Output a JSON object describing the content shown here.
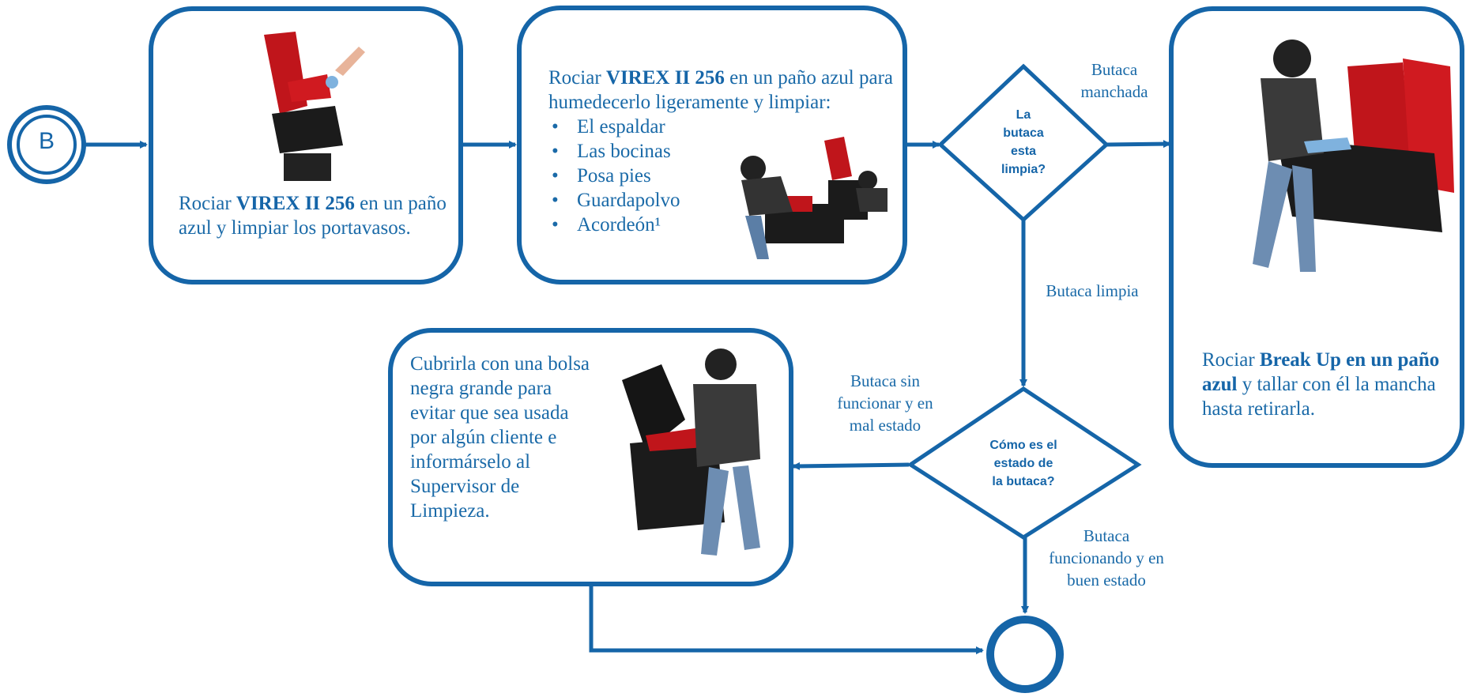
{
  "start_connector": {
    "label": "B"
  },
  "steps": {
    "step1": {
      "prefix": "Rociar ",
      "product": "VIREX II 256",
      "suffix": " en un paño azul  y limpiar los portavasos."
    },
    "step2": {
      "prefix": "Rociar ",
      "product": "VIREX II 256",
      "suffix": " en un paño azul para humedecerlo ligeramente y limpiar:",
      "items": [
        "El espaldar",
        "Las bocinas",
        "Posa pies",
        "Guardapolvo",
        "Acordeón¹"
      ]
    },
    "step3": {
      "prefix": "Rociar ",
      "product": "Break Up en un paño azul",
      "suffix": " y tallar con él la mancha hasta retirarla."
    },
    "step4": {
      "text": "Cubrirla  con una bolsa negra grande para evitar que sea usada por algún cliente e informárselo al Supervisor de Limpieza."
    }
  },
  "decisions": {
    "clean": {
      "l1": "La",
      "l2": "butaca",
      "l3": "esta",
      "l4": "limpia?"
    },
    "state": {
      "l1": "Cómo es el",
      "l2": "estado de",
      "l3": "la butaca?"
    }
  },
  "labels": {
    "stained_1": "Butaca",
    "stained_2": "manchada",
    "clean": "Butaca limpia",
    "broken_1": "Butaca sin",
    "broken_2": "funcionar y en",
    "broken_3": "mal estado",
    "ok_1": "Butaca",
    "ok_2": "funcionando y en",
    "ok_3": "buen estado"
  },
  "colors": {
    "primary": "#1565a8",
    "text": "#1a6aa8",
    "seat_red": "#c0151b",
    "seat_black": "#1b1b1b"
  },
  "icons": [
    "seat-photo",
    "cleaning-photo",
    "cover-photo",
    "end-circle-icon"
  ]
}
